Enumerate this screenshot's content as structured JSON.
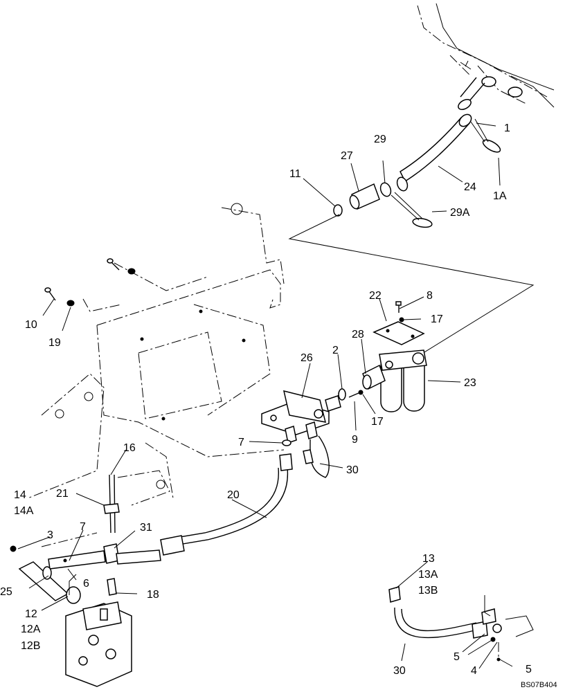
{
  "drawing_code": "BS07B404",
  "callouts": {
    "c1": "1",
    "c1a": "1A",
    "c29": "29",
    "c27": "27",
    "c24": "24",
    "c29a": "29A",
    "c11": "11",
    "c8": "8",
    "c22": "22",
    "c17a": "17",
    "c28": "28",
    "c26": "26",
    "c2": "2",
    "c23": "23",
    "c17b": "17",
    "c9": "9",
    "c10": "10",
    "c19": "19",
    "c7a": "7",
    "c30a": "30",
    "c16": "16",
    "c20": "20",
    "c14": "14",
    "c14a": "14A",
    "c21": "21",
    "c3": "3",
    "c7b": "7",
    "c31": "31",
    "c25": "25",
    "c6": "6",
    "c18": "18",
    "c12": "12",
    "c12a": "12A",
    "c12b": "12B",
    "c13": "13",
    "c13a": "13A",
    "c13b": "13B",
    "c5a": "5",
    "c4": "4",
    "c5b": "5",
    "c30b": "30"
  }
}
